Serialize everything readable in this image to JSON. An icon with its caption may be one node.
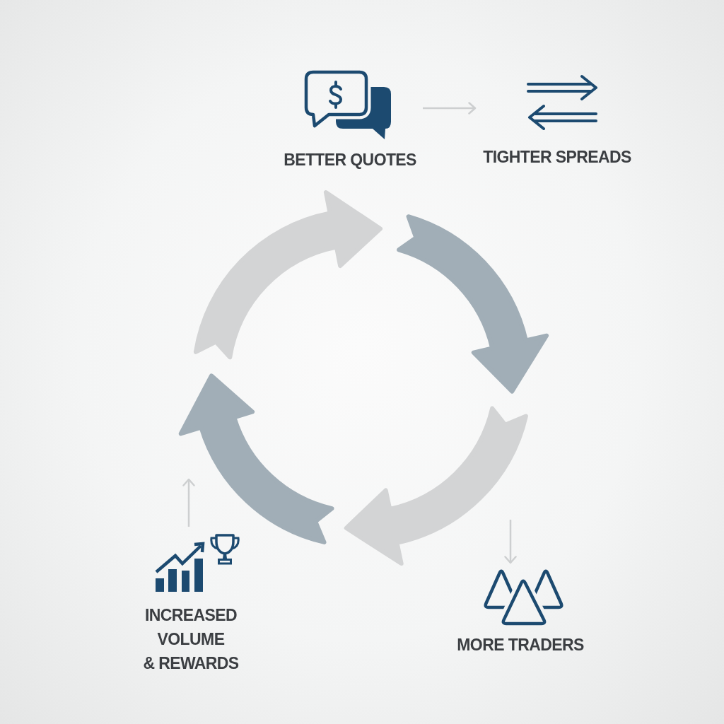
{
  "diagram": {
    "nodes": [
      {
        "text": [
          "BETTER QUOTES"
        ]
      },
      {
        "text": [
          "TIGHTER SPREADS"
        ]
      },
      {
        "text": [
          "MORE TRADERS"
        ]
      },
      {
        "text": [
          "INCREASED VOLUME & REWARDS"
        ]
      }
    ],
    "edges": [
      {
        "from": 0,
        "to": 1,
        "arrow": "to"
      },
      {
        "from": null,
        "to": 2,
        "arrow": "to"
      },
      {
        "from": 3,
        "to": null,
        "arrow": "to"
      }
    ]
  }
}
